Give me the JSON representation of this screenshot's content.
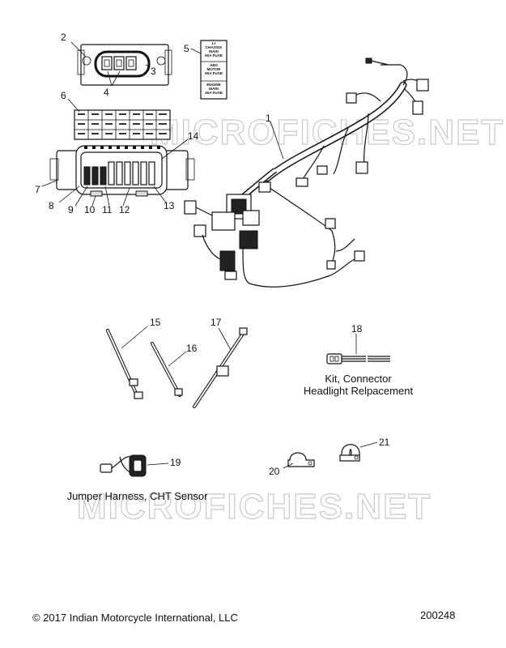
{
  "watermark": {
    "text": "MICROFICHES.NET"
  },
  "callouts": [
    "1",
    "2",
    "3",
    "4",
    "5",
    "6",
    "7",
    "8",
    "9",
    "10",
    "11",
    "12",
    "13",
    "14",
    "15",
    "16",
    "17",
    "18",
    "19",
    "20",
    "21"
  ],
  "fuse_label": {
    "lines": [
      "LI",
      "CHASSIS",
      "MAIN",
      "50A FUSE",
      "",
      "ABS",
      "MOTOR",
      "50A FUSE",
      "",
      "ENGINE",
      "MAIN",
      "40A FUSE"
    ]
  },
  "captions": {
    "kit_line1": "Kit, Connector",
    "kit_line2": "Headlight Relpacement",
    "jumper": "Jumper Harness, CHT Sensor"
  },
  "footer": {
    "copyright": "© 2017 Indian Motorcycle International, LLC",
    "diagram_number": "200248"
  }
}
